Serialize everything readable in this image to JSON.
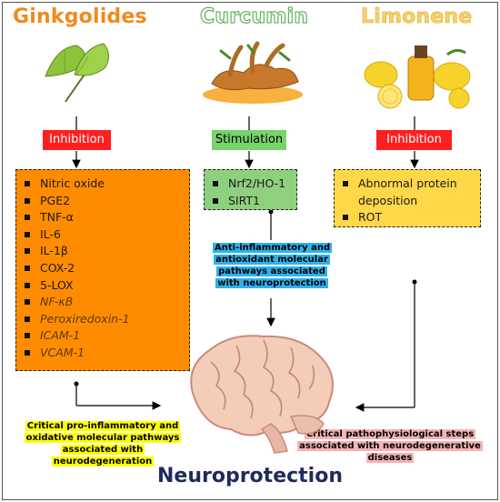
{
  "compounds": [
    {
      "name": "Ginkgolides",
      "action": "Inhibition",
      "items": [
        {
          "text": "Nitric oxide",
          "italic": false
        },
        {
          "text": "PGE2",
          "italic": false
        },
        {
          "text": "TNF-α",
          "italic": false
        },
        {
          "text": "IL-6",
          "italic": false
        },
        {
          "text": "IL-1β",
          "italic": false
        },
        {
          "text": "COX-2",
          "italic": false
        },
        {
          "text": "5-LOX",
          "italic": false
        },
        {
          "text": "NF-κB",
          "italic": true
        },
        {
          "text": "Peroxiredoxin-1",
          "italic": true
        },
        {
          "text": "ICAM-1",
          "italic": true
        },
        {
          "text": "VCAM-1",
          "italic": true
        }
      ],
      "box_color": "#ff8c00"
    },
    {
      "name": "Curcumin",
      "action": "Stimulation",
      "items": [
        {
          "text": "Nrf2/HO-1",
          "italic": false
        },
        {
          "text": "SIRT1",
          "italic": false
        }
      ],
      "box_color": "#8fd07e"
    },
    {
      "name": "Limonene",
      "action": "Inhibition",
      "items": [
        {
          "text": "Abnormal protein deposition",
          "italic": false
        },
        {
          "text": "ROT",
          "italic": false
        }
      ],
      "box_color": "#ffd84a"
    }
  ],
  "notes": {
    "curcumin": "Anti-inflammatory and antioxidant molecular pathways associated with neuroprotection",
    "ginkgolides": "Critical pro-inflammatory and oxidative molecular pathways associated with neurodegeneration",
    "limonene": "Critical pathophysiological steps associated with neurodegenerative diseases"
  },
  "conclusion": "Neuroprotection",
  "icons": [
    "ginkgo-leaf-icon",
    "turmeric-root-icon",
    "lemon-oil-icon",
    "brain-icon"
  ],
  "colors": {
    "inhibition": "#ff1f1f",
    "stimulation": "#77d36a",
    "title_dark": "#1f2a5c"
  }
}
